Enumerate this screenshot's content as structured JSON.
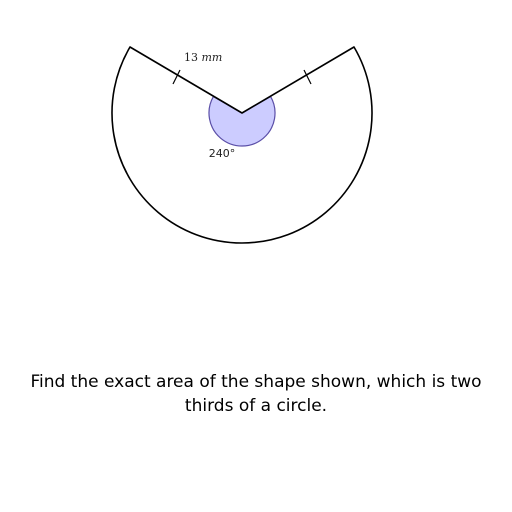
{
  "diagram": {
    "radius_label_number": "13",
    "radius_label_unit": "mm",
    "angle_label": "240°",
    "angle_marker_fill": "#ccccff",
    "angle_marker_stroke": "#5b4fa8",
    "outline_color": "#000000"
  },
  "question": {
    "text": "Find the exact area of the shape shown, which is two thirds of a circle."
  }
}
